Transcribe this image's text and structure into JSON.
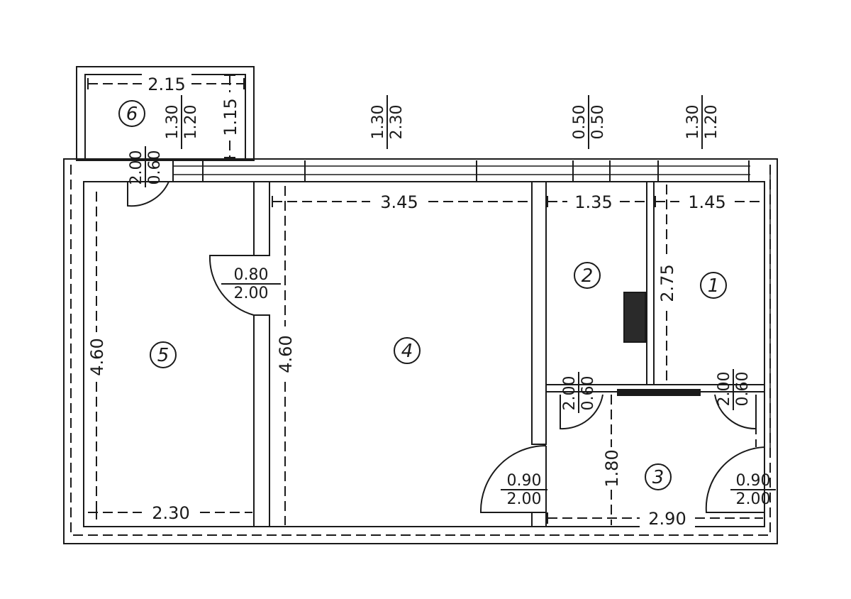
{
  "rooms": [
    {
      "number": "1"
    },
    {
      "number": "2"
    },
    {
      "number": "3"
    },
    {
      "number": "4"
    },
    {
      "number": "5"
    },
    {
      "number": "6"
    }
  ],
  "dimensions": {
    "balcony_width": "2.15",
    "balcony_depth": "1.15",
    "room5_width": "2.30",
    "room5_length": "4.60",
    "room4_width": "3.45",
    "room4_length": "4.60",
    "room2_width": "1.35",
    "room1_width": "1.45",
    "room1_length": "2.75",
    "room3_length": "1.80",
    "room3_width": "2.90"
  },
  "windows": [
    {
      "top": "1.30",
      "bottom": "1.20"
    },
    {
      "top": "1.30",
      "bottom": "2.30"
    },
    {
      "top": "0.50",
      "bottom": "0.50"
    },
    {
      "top": "1.30",
      "bottom": "1.20"
    }
  ],
  "doors": [
    {
      "top": "2.00",
      "bottom": "0.60"
    },
    {
      "top": "0.80",
      "bottom": "2.00"
    },
    {
      "top": "2.00",
      "bottom": "0.60"
    },
    {
      "top": "2.00",
      "bottom": "0.60"
    },
    {
      "top": "0.90",
      "bottom": "2.00"
    },
    {
      "top": "0.90",
      "bottom": "2.00"
    }
  ]
}
